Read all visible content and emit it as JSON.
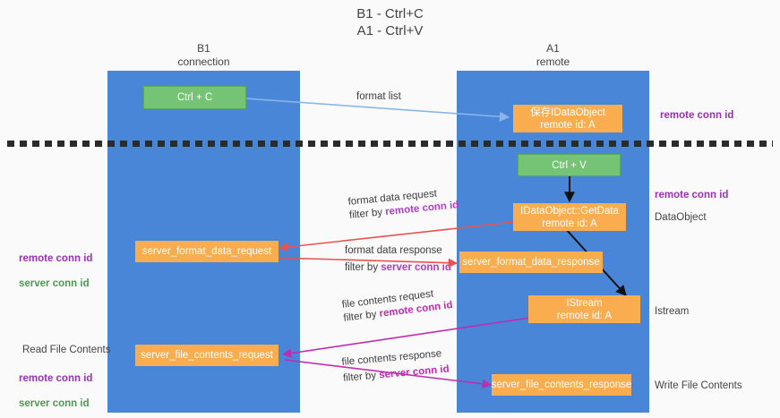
{
  "title": "B1 - Ctrl+C\nA1 - Ctrl+V",
  "columns": [
    {
      "label": "B1\nconnection",
      "name": "b1-connection"
    },
    {
      "label": "A1\nremote",
      "name": "a1-remote"
    }
  ],
  "colors": {
    "lane": "#4a86d8",
    "node_green": "#75c375",
    "node_orange": "#f9ad4e",
    "accent_purple": "#9b30b8",
    "accent_green": "#4a9a52",
    "arrow_blue": "#8ab6e8",
    "arrow_black": "#111111",
    "arrow_red": "#e8534f",
    "arrow_magenta": "#c02bb0",
    "divider": "#2b2b2b",
    "background": "#fafafa"
  },
  "nodes": {
    "ctrl_c": "Ctrl + C",
    "ctrl_v": "Ctrl + V",
    "idataobject": "保存IDataObject\nremote id: A",
    "getdata": "IDataObject::GetData\nremote id: A",
    "server_format_data_request": "server_format_data_request",
    "server_format_data_response": "server_format_data_response",
    "istream": "IStream\nremote id: A",
    "server_file_contents_request": "server_file_contents_request",
    "server_file_contents_response": "server_file_contents_response"
  },
  "right_labels": {
    "remote_conn_id_top": "remote conn id",
    "remote_conn_id_mid": "remote conn id",
    "dataobject": "DataObject",
    "istream": "Istream",
    "write_file_contents": "Write File Contents"
  },
  "left_labels": {
    "conn_ids_mid": {
      "remote": "remote conn id",
      "server": "server conn id"
    },
    "read_file_contents": "Read File Contents",
    "conn_ids_bottom": {
      "remote": "remote conn id",
      "server": "server conn id"
    }
  },
  "edges": [
    {
      "name": "format-list",
      "line1": "format list",
      "line2": "",
      "highlight": ""
    },
    {
      "name": "format-data-request",
      "line1": "format data request",
      "line2": "filter by ",
      "highlight": "remote conn id"
    },
    {
      "name": "format-data-response",
      "line1": "format data response",
      "line2": "filter by ",
      "highlight": "server conn id"
    },
    {
      "name": "file-contents-request",
      "line1": "file contents request",
      "line2": "filter by ",
      "highlight": "remote conn id"
    },
    {
      "name": "file-contents-response",
      "line1": "file contents response",
      "line2": "filter by ",
      "highlight": "server conn id"
    }
  ]
}
